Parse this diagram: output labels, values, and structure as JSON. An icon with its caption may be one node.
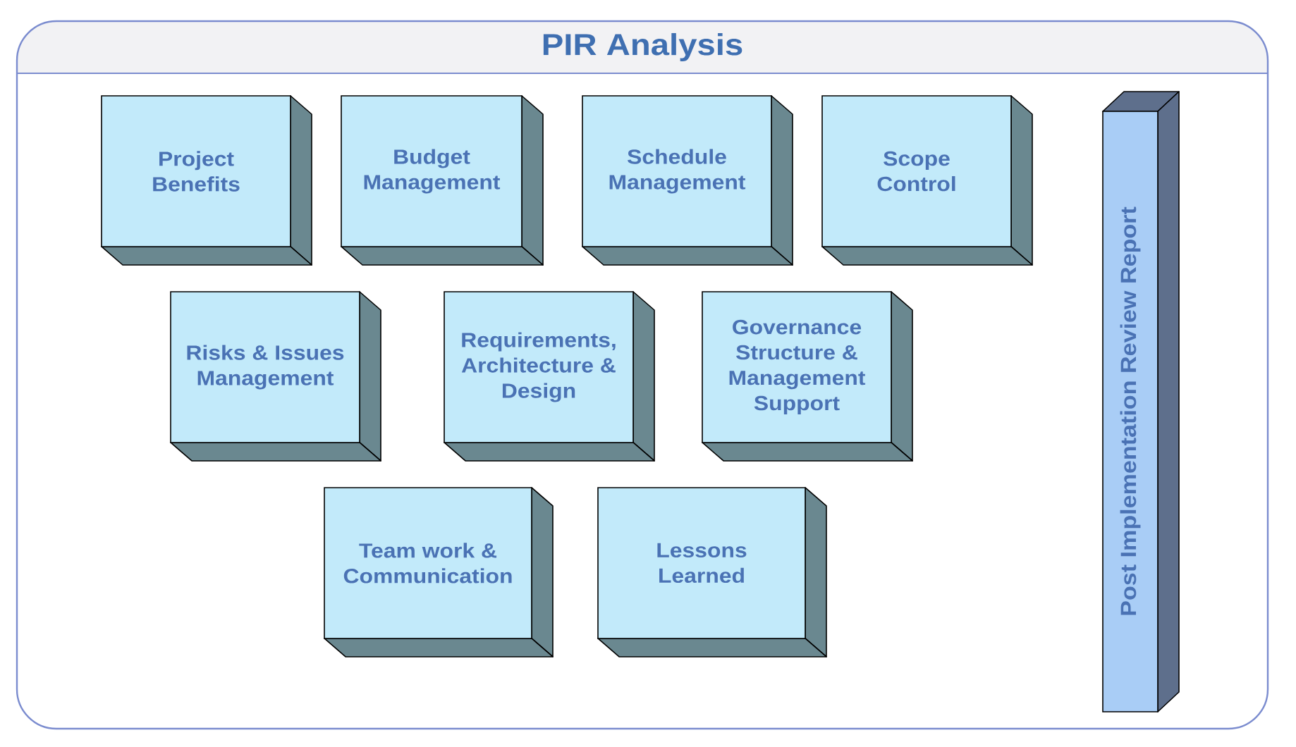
{
  "diagram": {
    "nodes": [
      {
        "text": [
          "PIR Analysis"
        ]
      },
      {
        "text": [
          "Project Benefits"
        ],
        "in": 0
      },
      {
        "text": [
          "Budget Management"
        ],
        "in": 0
      },
      {
        "text": [
          "Schedule Management"
        ],
        "in": 0
      },
      {
        "text": [
          "Scope Control"
        ],
        "in": 0
      },
      {
        "text": [
          "Risks & Issues Management"
        ],
        "in": 0
      },
      {
        "text": [
          "Requirements, Architecture & Design"
        ],
        "in": 0
      },
      {
        "text": [
          "Governance Structure & Management Support"
        ],
        "in": 0
      },
      {
        "text": [
          "Team work & Communication"
        ],
        "in": 0
      },
      {
        "text": [
          "Lessons Learned"
        ],
        "in": 0
      },
      {
        "text": [
          "Post Implementation Review Report"
        ],
        "in": 0
      }
    ]
  }
}
